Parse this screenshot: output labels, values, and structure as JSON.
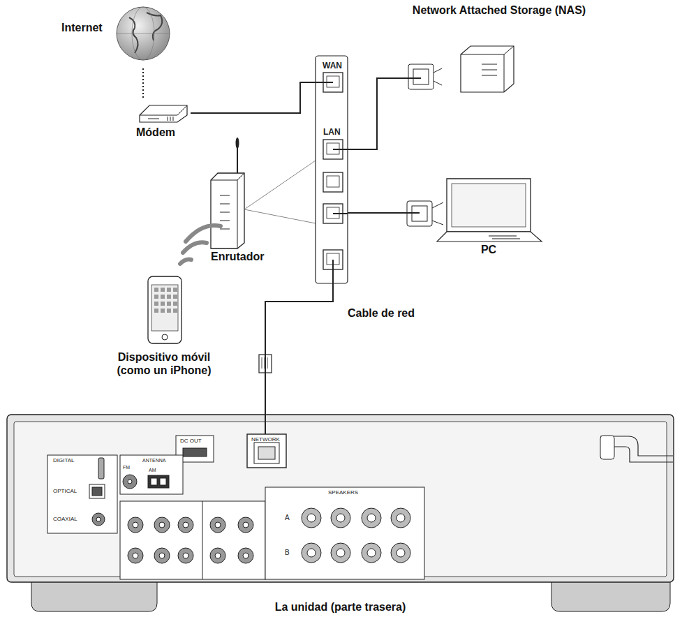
{
  "diagram": {
    "nodes": [
      {
        "text": [
          "Internet"
        ]
      },
      {
        "text": [
          "Módem"
        ]
      },
      {
        "text": [
          "Enrutador"
        ]
      },
      {
        "text": [
          "Network Attached Storage (NAS)"
        ]
      },
      {
        "text": [
          "PC"
        ]
      },
      {
        "text": [
          "Dispositivo móvil (como un iPhone)"
        ]
      },
      {
        "text": [
          "La unidad (parte trasera)"
        ]
      }
    ],
    "edges": [
      {
        "from": 0,
        "to": 1,
        "arrow": "none"
      },
      {
        "from": 1,
        "to": 2,
        "arrow": "none"
      },
      {
        "from": 2,
        "to": 3,
        "arrow": "none"
      },
      {
        "from": 2,
        "to": 4,
        "arrow": "none"
      },
      {
        "from": 2,
        "to": 6,
        "label": "Cable de red",
        "arrow": "none"
      }
    ],
    "labels": [
      "WAN",
      "LAN",
      "DIGITAL",
      "OPTICAL",
      "COAXIAL",
      "DC OUT",
      "NETWORK",
      "ANTENNA",
      "FM",
      "AM",
      "SPEAKERS",
      "A",
      "B"
    ]
  }
}
